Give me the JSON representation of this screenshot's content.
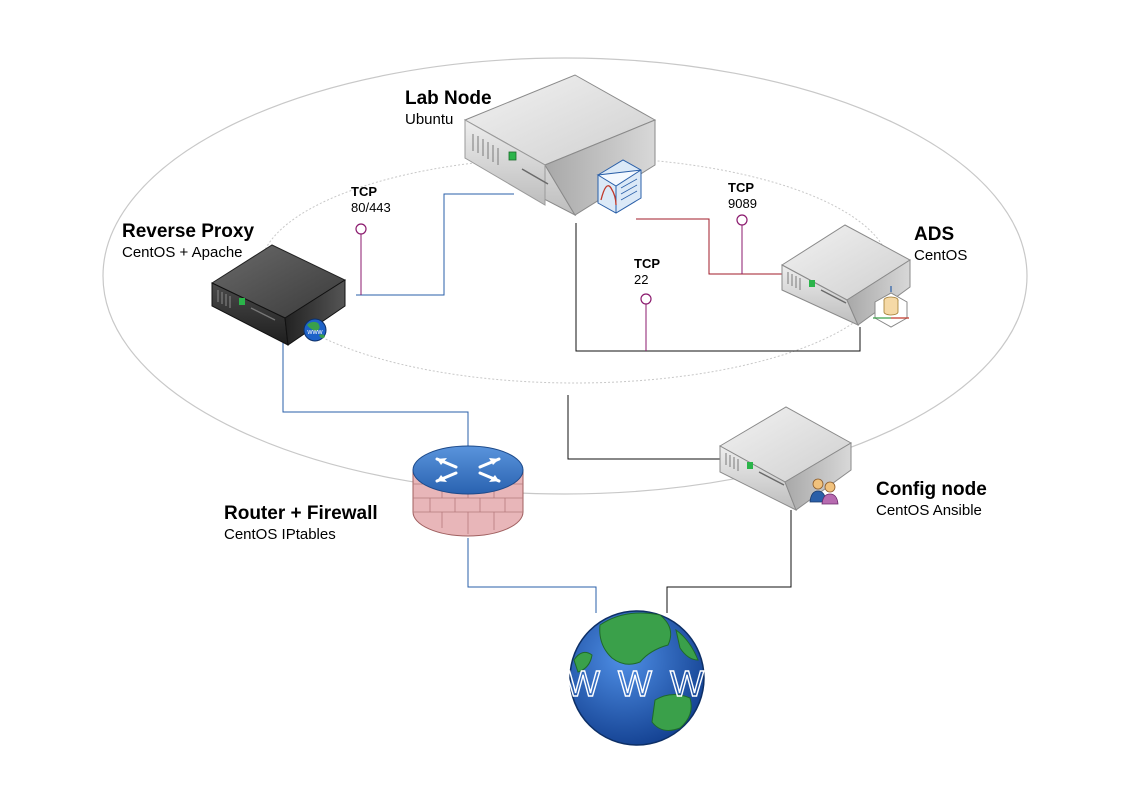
{
  "nodes": {
    "lab_node": {
      "title": "Lab Node",
      "subtitle": "Ubuntu"
    },
    "reverse_proxy": {
      "title": "Reverse Proxy",
      "subtitle": "CentOS + Apache"
    },
    "ads": {
      "title": "ADS",
      "subtitle": "CentOS"
    },
    "router_firewall": {
      "title": "Router + Firewall",
      "subtitle": "CentOS IPtables"
    },
    "config_node": {
      "title": "Config node",
      "subtitle": "CentOS Ansible"
    }
  },
  "ports": {
    "web": {
      "protocol": "TCP",
      "port": "80/443"
    },
    "ads": {
      "protocol": "TCP",
      "port": "9089"
    },
    "ssh": {
      "protocol": "TCP",
      "port": "22"
    }
  },
  "globe_text": "W W W",
  "colors": {
    "link_blue": "#2a5fa8",
    "link_red": "#a01b2a",
    "link_black": "#111111",
    "port_marker": "#8b1a6e",
    "ellipse": "#c8c8c8",
    "globe_ocean": "#1e62c8",
    "globe_land": "#3aa04a",
    "router_blue": "#2f6fc0",
    "firewall_brick": "#e8b6b9"
  }
}
